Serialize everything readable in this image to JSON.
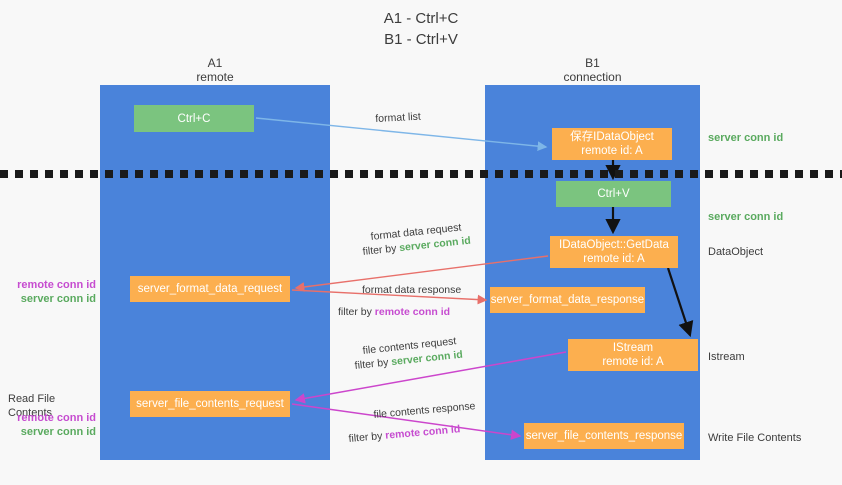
{
  "title": "A1 - Ctrl+C\nB1 - Ctrl+V",
  "columns": {
    "a": "A1\nremote",
    "b": "B1\nconnection"
  },
  "boxes": {
    "ctrl_c": "Ctrl+C",
    "idataobject": "保存IDataObject\nremote id: A",
    "ctrl_v": "Ctrl+V",
    "getdata": "IDataObject::GetData\nremote id: A",
    "server_format_data_request": "server_format_data_request",
    "server_format_data_response": "server_format_data_response",
    "istream": "IStream\nremote id: A",
    "server_file_contents_request": "server_file_contents_request",
    "server_file_contents_response": "server_file_contents_response"
  },
  "edge_labels": {
    "format_list": "format list",
    "format_data_request": "format data request",
    "format_data_request_filter_prefix": "filter by ",
    "format_data_request_filter_value": "server conn id",
    "format_data_response": "format data response",
    "format_data_response_filter_prefix": "filter by ",
    "format_data_response_filter_value": "remote conn id",
    "file_contents_request": "file contents request",
    "file_contents_request_filter_prefix": "filter by ",
    "file_contents_request_filter_value": "server conn id",
    "file_contents_response": "file contents response",
    "file_contents_response_filter_prefix": "filter by ",
    "file_contents_response_filter_value": "remote conn id"
  },
  "annotations": {
    "server_conn_id_top": "server conn id",
    "server_conn_id_mid": "server conn id",
    "dataobject": "DataObject",
    "istream": "Istream",
    "write_file_contents": "Write File Contents",
    "read_file_contents": "Read File Contents",
    "remote_conn_id_1": "remote conn id",
    "server_conn_id_1": "server conn id",
    "remote_conn_id_2": "remote conn id",
    "server_conn_id_2": "server conn id"
  },
  "colors": {
    "panel": "#4a83da",
    "green_box": "#7bc47f",
    "orange_box": "#fcaf4f",
    "arrow_blue": "#7eb6e8",
    "arrow_red": "#e8706a",
    "arrow_magenta": "#cc46cc",
    "arrow_black": "#111111",
    "green_text": "#5aaa5f",
    "purple_text": "#c64cd0"
  }
}
